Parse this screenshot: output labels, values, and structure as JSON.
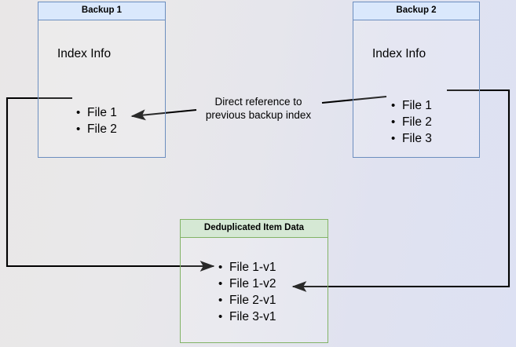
{
  "diagram": {
    "title": "Backup deduplication reference diagram",
    "background_left": "#e9e7e7",
    "background_right": "#dde1f3"
  },
  "nodes": {
    "backup1": {
      "header": "Backup 1",
      "section_label": "Index Info",
      "items": [
        "File 1",
        "File 2"
      ],
      "border_color": "#6c8ebf",
      "header_fill": "#dae8fc"
    },
    "backup2": {
      "header": "Backup 2",
      "section_label": "Index Info",
      "items": [
        "File 1",
        "File 2",
        "File 3"
      ],
      "border_color": "#6c8ebf",
      "header_fill": "#dae8fc"
    },
    "dedup": {
      "header": "Deduplicated Item Data",
      "items": [
        "File 1-v1",
        "File 1-v2",
        "File 2-v1",
        "File 3-v1"
      ],
      "border_color": "#82b366",
      "header_fill": "#d5e8d4"
    }
  },
  "labels": {
    "direct_reference": "Direct reference to\nprevious backup index"
  },
  "edges": [
    {
      "name": "backup2-index-to-backup1-index",
      "from": "Backup 2 / File 2",
      "to": "Backup 1 / File 2",
      "color": "#000000"
    },
    {
      "name": "backup1-file1-to-dedup-file1v1",
      "from": "Backup 1 / File 1",
      "to": "Deduplicated Item Data / File 1-v1",
      "color": "#000000"
    },
    {
      "name": "backup2-file1-to-dedup-file1v2",
      "from": "Backup 2 / File 1",
      "to": "Deduplicated Item Data / File 1-v2",
      "color": "#000000"
    }
  ]
}
